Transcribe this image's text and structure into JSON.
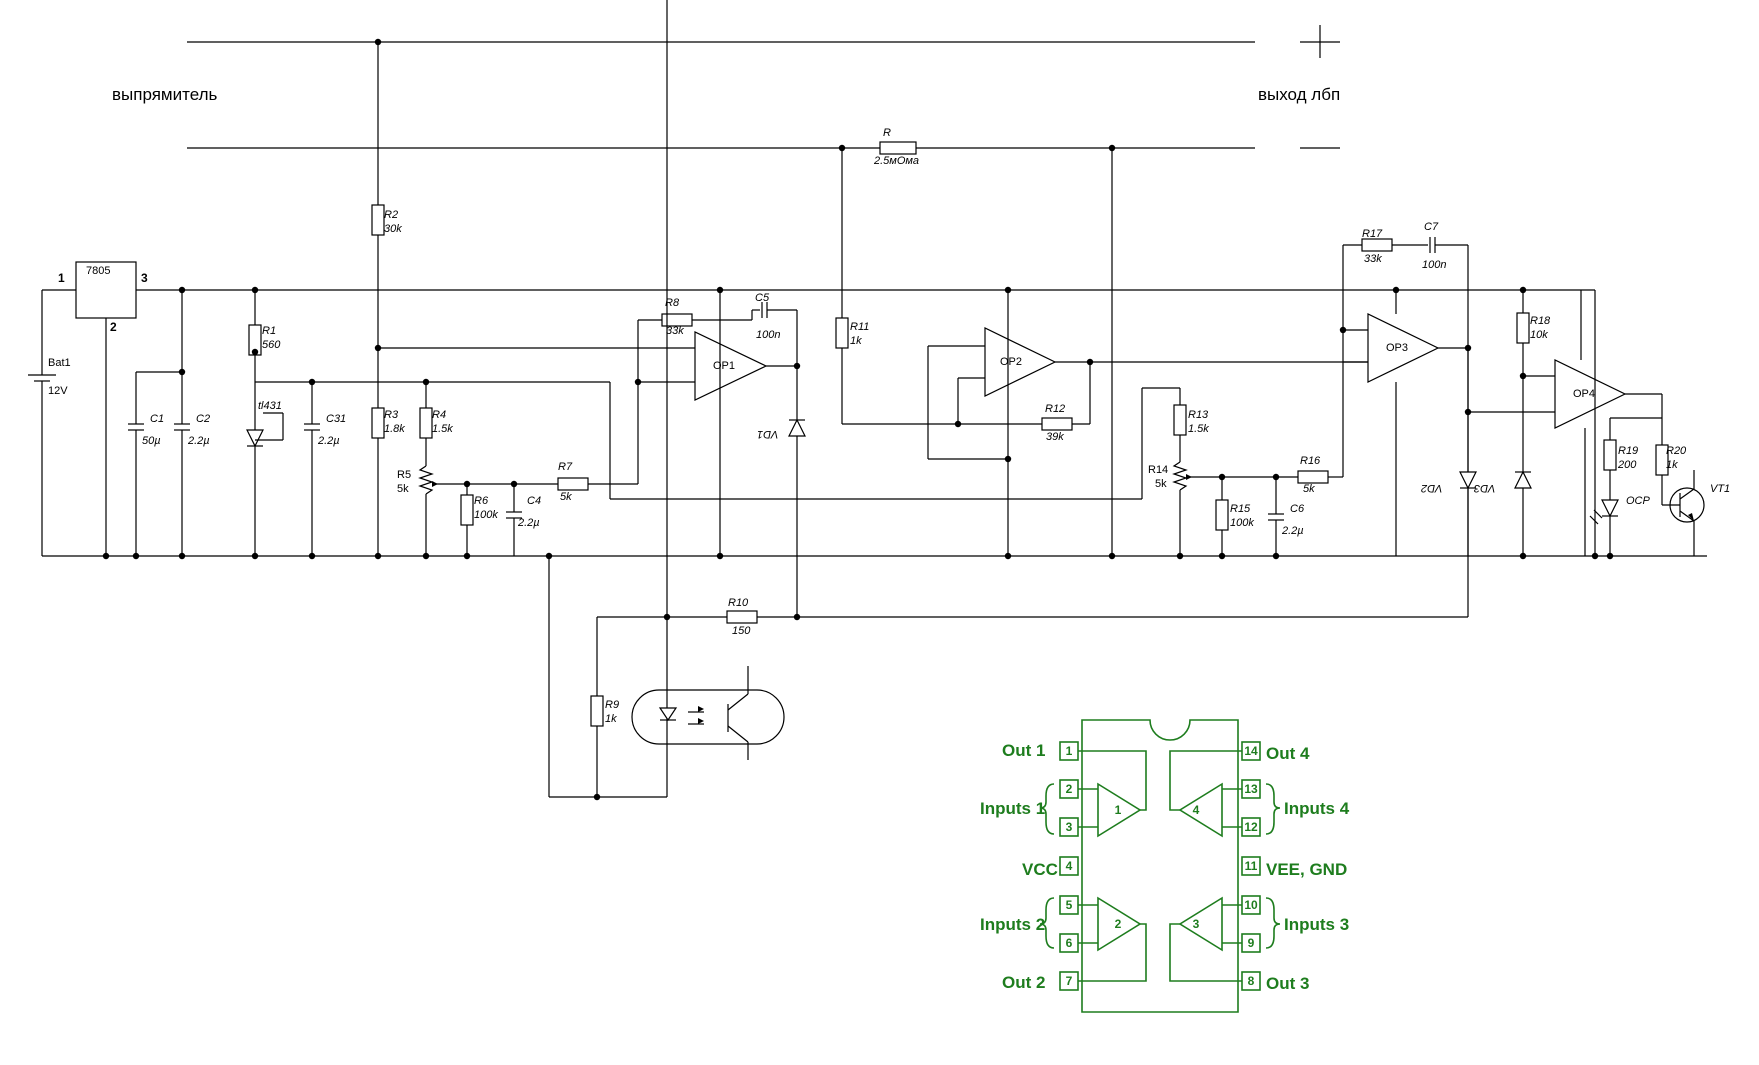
{
  "labels": {
    "rectifier": "выпрямитель",
    "output": "выход лбп",
    "plus": "+",
    "minus": "—"
  },
  "regulator": {
    "name": "7805",
    "pin1": "1",
    "pin2": "2",
    "pin3": "3"
  },
  "battery": {
    "ref": "Bat1",
    "value": "12V"
  },
  "shunt": {
    "ref": "R",
    "value": "2.5мОма"
  },
  "components": {
    "r1": {
      "ref": "R1",
      "value": "560"
    },
    "r2": {
      "ref": "R2",
      "value": "30k"
    },
    "r3": {
      "ref": "R3",
      "value": "1.8k"
    },
    "r4": {
      "ref": "R4",
      "value": "1.5k"
    },
    "r5": {
      "ref": "R5",
      "value": "5k"
    },
    "r6": {
      "ref": "R6",
      "value": "100k"
    },
    "r7": {
      "ref": "R7",
      "value": "5k"
    },
    "r8": {
      "ref": "R8",
      "value": "33k"
    },
    "r9": {
      "ref": "R9",
      "value": "1k"
    },
    "r10": {
      "ref": "R10",
      "value": "150"
    },
    "r11": {
      "ref": "R11",
      "value": "1k"
    },
    "r12": {
      "ref": "R12",
      "value": "39k"
    },
    "r13": {
      "ref": "R13",
      "value": "1.5k"
    },
    "r14": {
      "ref": "R14",
      "value": "5k"
    },
    "r15": {
      "ref": "R15",
      "value": "100k"
    },
    "r16": {
      "ref": "R16",
      "value": "5k"
    },
    "r17": {
      "ref": "R17",
      "value": "33k"
    },
    "r18": {
      "ref": "R18",
      "value": "10k"
    },
    "r19": {
      "ref": "R19",
      "value": "200"
    },
    "r20": {
      "ref": "R20",
      "value": "1k"
    },
    "c1": {
      "ref": "C1",
      "value": "50µ"
    },
    "c2": {
      "ref": "C2",
      "value": "2.2µ"
    },
    "c31": {
      "ref": "C31",
      "value": "2.2µ"
    },
    "c4": {
      "ref": "C4",
      "value": "2.2µ"
    },
    "c5": {
      "ref": "C5",
      "value": "100n"
    },
    "c6": {
      "ref": "C6",
      "value": "2.2µ"
    },
    "c7": {
      "ref": "C7",
      "value": "100n"
    },
    "tl431": "tl431",
    "vd1": "VD1",
    "vd2": "VD2",
    "vd3": "VD3",
    "vt1": "VT1",
    "ocp": "OCP",
    "op1": "OP1",
    "op2": "OP2",
    "op3": "OP3",
    "op4": "OP4"
  },
  "pinout": {
    "left": [
      {
        "num": "1",
        "label": "Out 1"
      },
      {
        "num": "2",
        "label": ""
      },
      {
        "num": "3",
        "label": ""
      },
      {
        "num": "4",
        "label": "VCC"
      },
      {
        "num": "5",
        "label": ""
      },
      {
        "num": "6",
        "label": ""
      },
      {
        "num": "7",
        "label": "Out 2"
      }
    ],
    "right": [
      {
        "num": "14",
        "label": "Out 4"
      },
      {
        "num": "13",
        "label": ""
      },
      {
        "num": "12",
        "label": ""
      },
      {
        "num": "11",
        "label": "VEE, GND"
      },
      {
        "num": "10",
        "label": ""
      },
      {
        "num": "9",
        "label": ""
      },
      {
        "num": "8",
        "label": "Out 3"
      }
    ],
    "inputs1": "Inputs 1",
    "inputs2": "Inputs 2",
    "inputs3": "Inputs 3",
    "inputs4": "Inputs 4",
    "amp1": "1",
    "amp2": "2",
    "amp3": "3",
    "amp4": "4"
  }
}
